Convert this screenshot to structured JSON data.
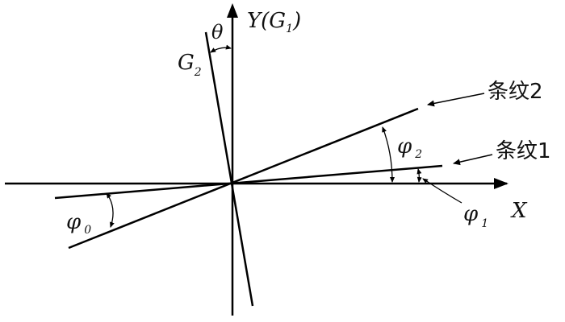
{
  "axes": {
    "y_label_main": "Y(G",
    "y_label_sub": "1",
    "y_label_close": ")",
    "x_label": "X"
  },
  "lines": {
    "g2_label_main": "G",
    "g2_label_sub": "2"
  },
  "angles": {
    "theta": "θ",
    "phi0_main": "φ",
    "phi0_sub": "0",
    "phi1_main": "φ",
    "phi1_sub": "1",
    "phi2_main": "φ",
    "phi2_sub": "2"
  },
  "callouts": {
    "fringe2": "条纹2",
    "fringe1": "条纹1"
  }
}
